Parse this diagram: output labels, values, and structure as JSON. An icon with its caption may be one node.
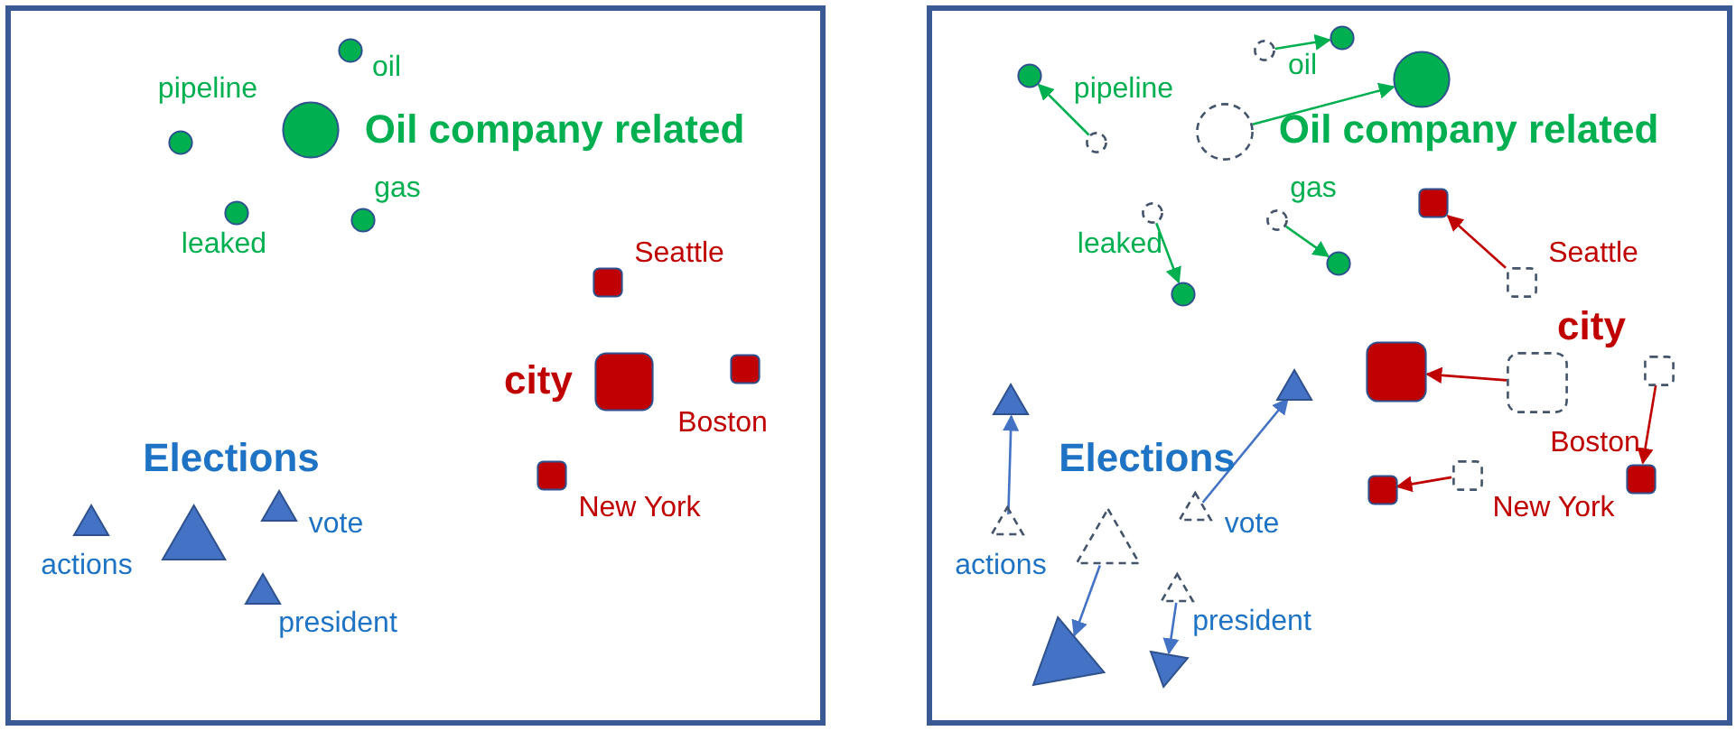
{
  "diagram": {
    "nodes": [
      {
        "text": [],
        "shape": "box"
      },
      {
        "text": [],
        "shape": "circle",
        "in": 0,
        "beside": [
          "oil"
        ]
      },
      {
        "text": [],
        "shape": "circle",
        "in": 0,
        "beside": [
          "pipeline"
        ]
      },
      {
        "text": [],
        "shape": "circle",
        "in": 0,
        "beside": [
          "Oil company related"
        ]
      },
      {
        "text": [],
        "shape": "circle",
        "in": 0,
        "beside": [
          "gas"
        ]
      },
      {
        "text": [],
        "shape": "circle",
        "in": 0,
        "beside": [
          "leaked"
        ]
      },
      {
        "text": [],
        "shape": "box",
        "in": 0,
        "beside": [
          "Seattle"
        ]
      },
      {
        "text": [],
        "shape": "box",
        "in": 0,
        "beside": [
          "city"
        ]
      },
      {
        "text": [],
        "shape": "box",
        "in": 0,
        "beside": [
          "Boston"
        ]
      },
      {
        "text": [],
        "shape": "box",
        "in": 0,
        "beside": [
          "New York"
        ]
      },
      {
        "text": [],
        "shape": "triangle",
        "in": 0,
        "beside": [
          "Elections"
        ]
      },
      {
        "text": [],
        "shape": "triangle",
        "in": 0,
        "beside": [
          "actions"
        ]
      },
      {
        "text": [],
        "shape": "triangle",
        "in": 0,
        "beside": [
          "vote"
        ]
      },
      {
        "text": [],
        "shape": "triangle",
        "in": 0,
        "beside": [
          "president"
        ]
      },
      {
        "text": [],
        "shape": "box"
      },
      {
        "text": [],
        "shape": "circle",
        "in": 14,
        "beside": [
          "oil"
        ]
      },
      {
        "text": [],
        "shape": "circle",
        "in": 14
      },
      {
        "text": [],
        "shape": "circle",
        "in": 14
      },
      {
        "text": [],
        "shape": "circle",
        "in": 14,
        "beside": [
          "pipeline"
        ]
      },
      {
        "text": [],
        "shape": "circle",
        "in": 14,
        "beside": [
          "Oil company related"
        ]
      },
      {
        "text": [],
        "shape": "circle",
        "in": 14
      },
      {
        "text": [],
        "shape": "circle",
        "in": 14,
        "beside": [
          "gas"
        ]
      },
      {
        "text": [],
        "shape": "circle",
        "in": 14
      },
      {
        "text": [],
        "shape": "circle",
        "in": 14,
        "beside": [
          "leaked"
        ]
      },
      {
        "text": [],
        "shape": "circle",
        "in": 14
      },
      {
        "text": [],
        "shape": "box",
        "in": 14
      },
      {
        "text": [],
        "shape": "box",
        "in": 14,
        "beside": [
          "Seattle"
        ]
      },
      {
        "text": [],
        "shape": "box",
        "in": 14
      },
      {
        "text": [],
        "shape": "box",
        "in": 14,
        "beside": [
          "city"
        ]
      },
      {
        "text": [],
        "shape": "box",
        "in": 14
      },
      {
        "text": [],
        "shape": "box",
        "in": 14,
        "beside": [
          "Boston"
        ]
      },
      {
        "text": [],
        "shape": "box",
        "in": 14
      },
      {
        "text": [],
        "shape": "box",
        "in": 14,
        "beside": [
          "New York"
        ]
      },
      {
        "text": [],
        "shape": "triangle",
        "in": 14
      },
      {
        "text": [],
        "shape": "triangle",
        "in": 14
      },
      {
        "text": [],
        "shape": "triangle",
        "in": 14,
        "beside": [
          "actions"
        ]
      },
      {
        "text": [],
        "shape": "triangle",
        "in": 14,
        "beside": [
          "Elections"
        ]
      },
      {
        "text": [],
        "shape": "triangle",
        "in": 14,
        "beside": [
          "vote"
        ]
      },
      {
        "text": [],
        "shape": "triangle",
        "in": 14,
        "beside": [
          "president"
        ]
      },
      {
        "text": [],
        "shape": "triangle",
        "in": 14
      },
      {
        "text": [],
        "shape": "triangle",
        "in": 14
      }
    ],
    "edges": [
      {
        "from": 15,
        "to": 16,
        "arrow": "to",
        "color": "#00b050"
      },
      {
        "from": 18,
        "to": 17,
        "arrow": "to",
        "color": "#00b050"
      },
      {
        "from": 19,
        "to": 20,
        "arrow": "to",
        "color": "#00b050"
      },
      {
        "from": 21,
        "to": 22,
        "arrow": "to",
        "color": "#00b050"
      },
      {
        "from": 23,
        "to": 24,
        "arrow": "to",
        "color": "#00b050"
      },
      {
        "from": 26,
        "to": 25,
        "arrow": "to",
        "color": "#c00000"
      },
      {
        "from": 28,
        "to": 27,
        "arrow": "to",
        "color": "#c00000"
      },
      {
        "from": 29,
        "to": 30,
        "arrow": "to",
        "color": "#c00000"
      },
      {
        "from": 32,
        "to": 31,
        "arrow": "to",
        "color": "#c00000"
      },
      {
        "from": 35,
        "to": 33,
        "arrow": "to",
        "color": "#4472c4"
      },
      {
        "from": 37,
        "to": 34,
        "arrow": "to",
        "color": "#4472c4"
      },
      {
        "from": 36,
        "to": 39,
        "arrow": "to",
        "color": "#4472c4"
      },
      {
        "from": 38,
        "to": 40,
        "arrow": "to",
        "color": "#4472c4"
      }
    ]
  }
}
